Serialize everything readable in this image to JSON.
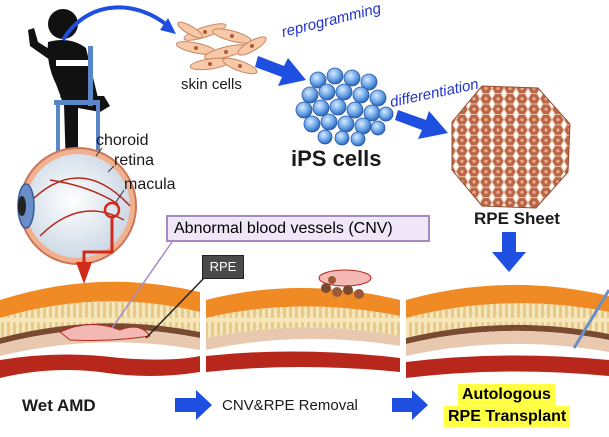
{
  "labels": {
    "skin_cells": "skin cells",
    "reprogramming": "reprogramming",
    "ips_cells": "iPS cells",
    "differentiation": "differentiation",
    "rpe_sheet": "RPE Sheet",
    "choroid": "choroid",
    "retina": "retina",
    "macula": "macula",
    "abnormal_vessels": "Abnormal blood vessels (CNV)",
    "rpe": "RPE",
    "wet_amd": "Wet AMD",
    "removal": "CNV&RPE Removal",
    "transplant_line1": "Autologous",
    "transplant_line2": "RPE Transplant"
  },
  "colors": {
    "arrow_blue": "#1f4fe0",
    "label_blue": "#2233cc",
    "highlight": "#ffff44",
    "red": "#d12a1a",
    "orange": "#f08a24",
    "vessel": "#b8271b"
  }
}
